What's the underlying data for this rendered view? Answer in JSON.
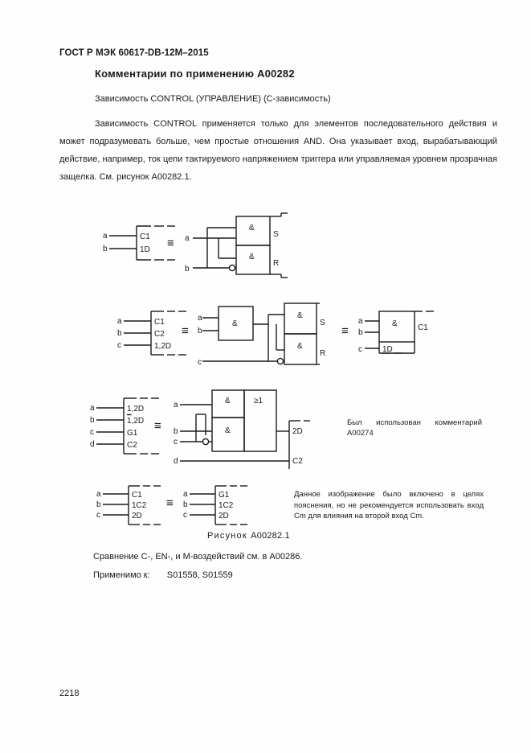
{
  "document": {
    "standard_ref": "ГОСТ Р МЭК 60617-DB-12M–2015",
    "title": "Комментарии по применению A00282",
    "subheading": "Зависимость CONTROL  (УПРАВЛЕНИЕ) (C-зависимость)",
    "paragraph": "Зависимость CONTROL применяется только для элементов последовательного действия и может подразумевать больше, чем простые отношения AND. Она указывает вход, вырабатывающий действие, например, ток цепи тактируемого напряжением триггера или управляемая уровнем прозрачная защелка. См. рисунок A00282.1.",
    "page_number": "2218"
  },
  "notes": {
    "note_a": "Был использован комментарий A00274",
    "note_b": "Данное изображение было включено в целях пояснения, но не рекомендуется использовать вход Cm для влияния на второй вход Cm."
  },
  "figure": {
    "caption_label": "Рисунок",
    "caption_number": "A00282.1",
    "compare_line": "Сравнение C-, EN-, и M-воздействий см. в A00286.",
    "applies_label": "Применимо к:",
    "applies_values": "S01558, S01559",
    "equivalence_symbol": "≡"
  },
  "diagrams": {
    "row1": {
      "left_block": {
        "inputs": [
          "a",
          "b"
        ],
        "labels": [
          "C1",
          "1D"
        ]
      },
      "right_block": {
        "inputs": [
          "a",
          "b"
        ],
        "gate_symbols": [
          "&",
          "&"
        ],
        "outputs": [
          "S",
          "R"
        ],
        "has_inversion_bubble": true
      }
    },
    "row2": {
      "left_block": {
        "inputs": [
          "a",
          "b",
          "c"
        ],
        "labels": [
          "C1",
          "C2",
          "1,2D"
        ]
      },
      "middle_block": {
        "inputs": [
          "a",
          "b",
          "c"
        ],
        "gate_symbols": [
          "&",
          "&",
          "&"
        ],
        "outputs": [
          "S",
          "R"
        ],
        "has_inversion_bubble": true
      },
      "right_block": {
        "inputs": [
          "a",
          "b",
          "c"
        ],
        "gate_symbols": [
          "&"
        ],
        "labels": [
          "C1",
          "1D"
        ]
      }
    },
    "row3": {
      "left_block": {
        "inputs": [
          "a",
          "b",
          "c",
          "d"
        ],
        "labels": [
          "1,2D",
          "1,2D",
          "G1",
          "C2"
        ],
        "overline_on_label_index": 1
      },
      "right_block": {
        "inputs": [
          "a",
          "b",
          "c",
          "d"
        ],
        "gate_symbols": [
          "&",
          "&",
          "≥1"
        ],
        "labels": [
          "2D",
          "C2"
        ],
        "has_inversion_bubble": true
      }
    },
    "row4": {
      "left_block": {
        "inputs": [
          "a",
          "b",
          "c"
        ],
        "labels": [
          "C1",
          "1C2",
          "2D"
        ]
      },
      "right_block": {
        "inputs": [
          "a",
          "b",
          "c"
        ],
        "labels": [
          "G1",
          "1C2",
          "2D"
        ]
      }
    }
  }
}
